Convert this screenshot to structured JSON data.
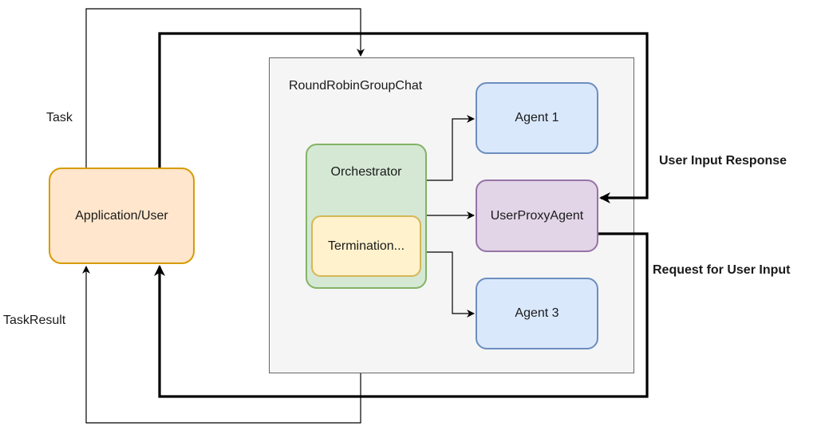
{
  "labels": {
    "task": "Task",
    "task_result": "TaskResult",
    "user_input_response": "User Input Response",
    "request_for_user_input": "Request for User Input"
  },
  "nodes": {
    "application": "Application/User",
    "group_chat": "RoundRobinGroupChat",
    "orchestrator": "Orchestrator",
    "termination": "Termination...",
    "agent1": "Agent 1",
    "user_proxy": "UserProxyAgent",
    "agent3": "Agent 3"
  },
  "colors": {
    "application_fill": "#ffe6cc",
    "application_border": "#d79b00",
    "container_fill": "#f5f5f5",
    "container_border": "#666666",
    "orchestrator_fill": "#d5e8d4",
    "orchestrator_border": "#82b366",
    "termination_fill": "#fff2cc",
    "termination_border": "#d6b656",
    "agent_fill": "#dae8fc",
    "agent_border": "#6c8ebf",
    "proxy_fill": "#e1d5e7",
    "proxy_border": "#9673a6"
  }
}
